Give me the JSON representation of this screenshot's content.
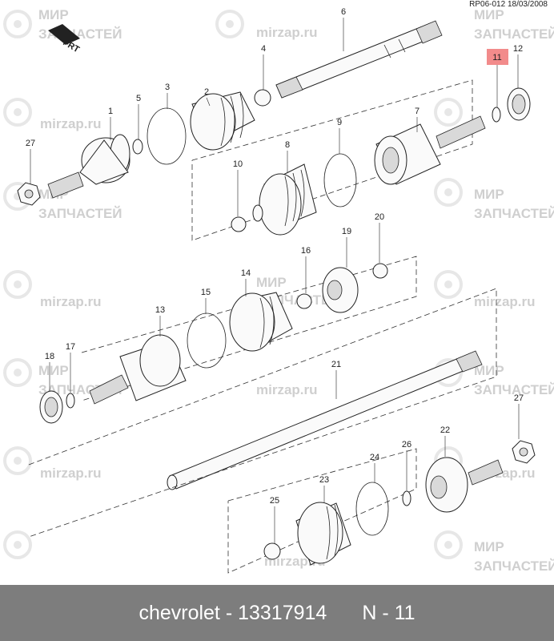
{
  "ref_code": "RP06-012 18/03/2008",
  "front_label": "FRT",
  "watermark": {
    "site": "mirzap.ru",
    "line1": "МИР",
    "line2": "ЗАПЧАСТЕЙ"
  },
  "callouts": {
    "c1": "1",
    "c2": "2",
    "c3": "3",
    "c4": "4",
    "c5": "5",
    "c6": "6",
    "c7": "7",
    "c8": "8",
    "c9": "9",
    "c10": "10",
    "c11": "11",
    "c12": "12",
    "c13": "13",
    "c14": "14",
    "c15": "15",
    "c16": "16",
    "c17": "17",
    "c18": "18",
    "c19": "19",
    "c20": "20",
    "c21": "21",
    "c22": "22",
    "c23": "23",
    "c24": "24",
    "c25": "25",
    "c26": "26",
    "c27a": "27",
    "c27b": "27"
  },
  "highlight_color": "#f28b8b",
  "footer": {
    "part": "chevrolet - 13317914",
    "position": "N - 11"
  }
}
